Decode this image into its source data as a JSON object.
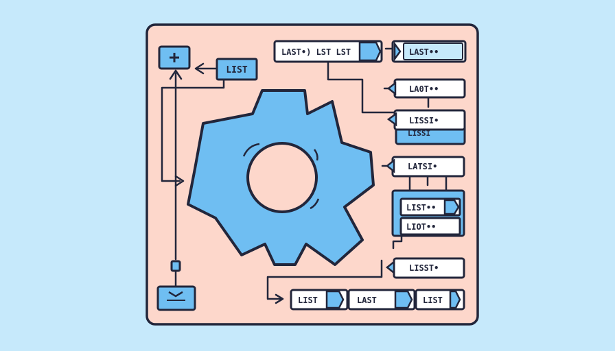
{
  "nodes": {
    "top_bar": "LAST•) LST LST",
    "top_right": "LAST••",
    "list_left": "LIST",
    "r2": "LA0T••",
    "r3a": "LISSI•",
    "r3b": "LISSI",
    "r4": "LATSI•",
    "r5": "LIST••",
    "r6": "LIOT••",
    "r7": "LISST•",
    "b1": "LIST",
    "b2": "LAST",
    "b3": "LIST"
  },
  "icons": {
    "top_left": "plus-icon",
    "bottom_left": "chevron-down-icon",
    "center": "gear-icon"
  },
  "colors": {
    "background": "#c6e9fb",
    "panel": "#fdd7cb",
    "accent": "#6fbef2",
    "outline": "#22263b"
  }
}
